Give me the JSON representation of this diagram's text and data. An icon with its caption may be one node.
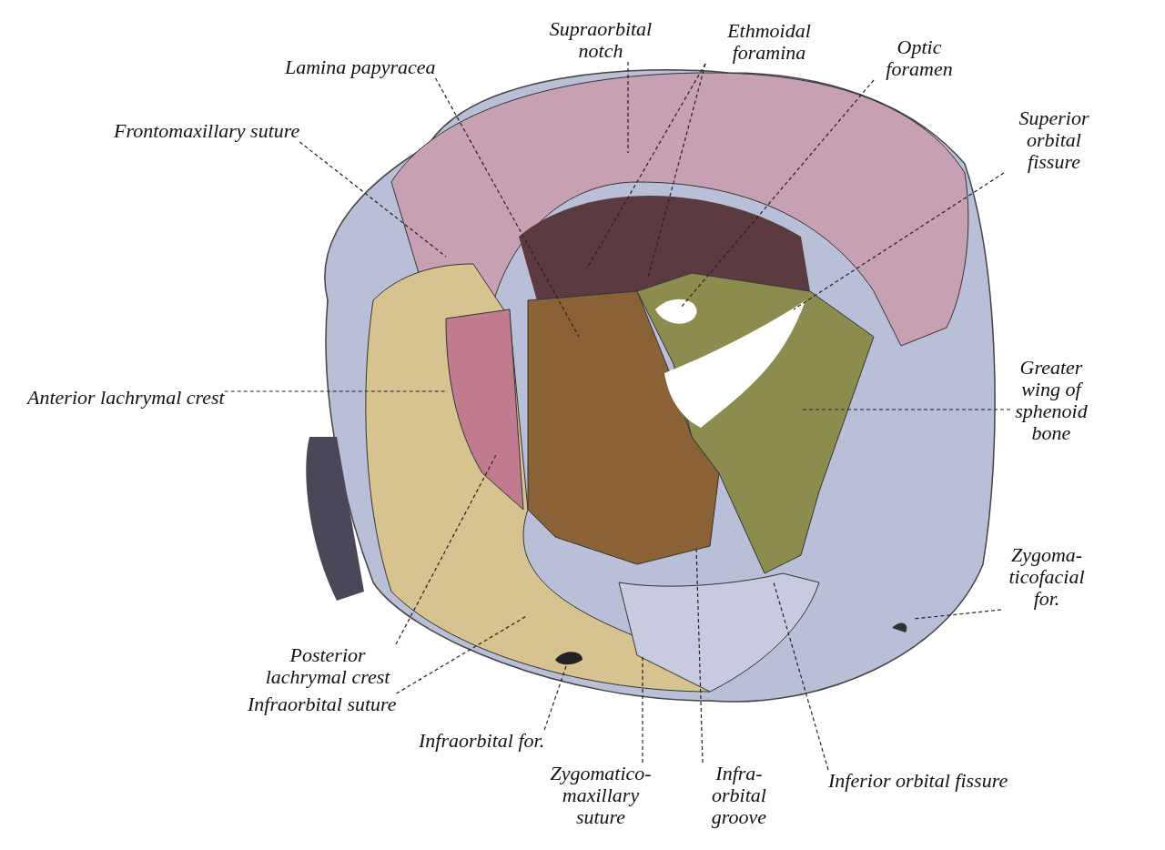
{
  "diagram": {
    "nodes": [
      {
        "text": [
          "Supraorbital notch"
        ]
      },
      {
        "text": [
          "Ethmoidal foramina"
        ]
      },
      {
        "text": [
          "Optic foramen"
        ]
      },
      {
        "text": [
          "Lamina papyracea"
        ]
      },
      {
        "text": [
          "Frontomaxillary suture"
        ]
      },
      {
        "text": [
          "Superior orbital fissure"
        ]
      },
      {
        "text": [
          "Anterior lachrymal crest"
        ]
      },
      {
        "text": [
          "Greater wing of sphenoid bone"
        ]
      },
      {
        "text": [
          "Zygoma- ticofacial for."
        ]
      },
      {
        "text": [
          "Posterior lachrymal crest"
        ]
      },
      {
        "text": [
          "Infraorbital suture"
        ]
      },
      {
        "text": [
          "Infraorbital for."
        ]
      },
      {
        "text": [
          "Zygomatico- maxillary suture"
        ]
      },
      {
        "text": [
          "Infra- orbital groove"
        ]
      },
      {
        "text": [
          "Inferior orbital fissure"
        ]
      }
    ],
    "edges": [
      {
        "from": 0,
        "to": null,
        "arrow": "none",
        "style": "dashed"
      },
      {
        "from": 1,
        "to": null,
        "arrow": "none",
        "style": "dashed"
      },
      {
        "from": 1,
        "to": null,
        "arrow": "none",
        "style": "dashed"
      },
      {
        "from": 2,
        "to": null,
        "arrow": "none",
        "style": "dashed"
      },
      {
        "from": 3,
        "to": null,
        "arrow": "none",
        "style": "dashed"
      },
      {
        "from": 4,
        "to": null,
        "arrow": "none",
        "style": "dashed"
      },
      {
        "from": 5,
        "to": null,
        "arrow": "none",
        "style": "dashed"
      },
      {
        "from": 6,
        "to": null,
        "arrow": "none",
        "style": "dashed"
      },
      {
        "from": 7,
        "to": null,
        "arrow": "none",
        "style": "dashed"
      },
      {
        "from": 8,
        "to": null,
        "arrow": "none",
        "style": "dashed"
      },
      {
        "from": 9,
        "to": null,
        "arrow": "none",
        "style": "dashed"
      },
      {
        "from": 10,
        "to": null,
        "arrow": "none",
        "style": "dashed"
      },
      {
        "from": 11,
        "to": null,
        "arrow": "none",
        "style": "dashed"
      },
      {
        "from": 12,
        "to": null,
        "arrow": "none",
        "style": "dashed"
      },
      {
        "from": 13,
        "to": null,
        "arrow": "none",
        "style": "dashed"
      },
      {
        "from": 14,
        "to": null,
        "arrow": "none",
        "style": "dashed"
      }
    ]
  }
}
